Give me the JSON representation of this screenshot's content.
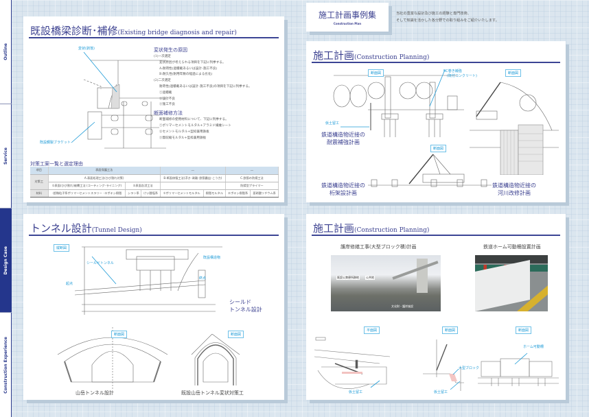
{
  "sidenav": {
    "tabs": [
      {
        "label": "Outline",
        "active": false
      },
      {
        "label": "Service",
        "active": false
      },
      {
        "label": "Design Case",
        "active": true
      },
      {
        "label": "Construction Experience",
        "active": false
      }
    ]
  },
  "header": {
    "title": "施工計画事例集",
    "subtitle": "Construction Plan",
    "intro_line1": "当社の豊富な設計及び施工の経験と専門技術、",
    "intro_line2": "そして知識を活かした各分野での取り組みをご紹介いたします。"
  },
  "bridge": {
    "title_jp": "既設橋梁診断･補修",
    "title_en": "(Existing bridge diagnosis and repair)",
    "callouts": {
      "deformation": "変状(剥落)",
      "bracket": "既設鋼製ブラケット"
    },
    "cause": {
      "heading": "変状発生の原因",
      "lines": [
        "(1)一次選定",
        "変状原因が考えられる項目を下記に列挙する。",
        "A:耐荷性(過積載あるいは設計･施工不良)",
        "B:耐久性(耐用年数の経過による劣化)",
        "(2)二次選定",
        "耐荷性(過積載あるいは設計･施工不良)の項目を下記に列挙する。",
        "①過積載",
        "②設計不良",
        "③施工不良"
      ]
    },
    "repair": {
      "heading": "断面補修方法",
      "lines": [
        "断面補修の使用材料について、下記に列挙する。",
        "①ポリマーセメントモルタル+アラミド繊維シート",
        "②セメントモルタル+型枠兼用鉄板",
        "③無収縮モルタル+型枠兼用鉄板"
      ]
    },
    "table": {
      "title": "対策工案一覧と選定理由",
      "header": [
        "項目",
        "表面保護工法",
        "―",
        "―"
      ],
      "row_method_label": "対策工",
      "row_method_top": [
        "A.表面処理工法(ひび割れ対策)",
        "B.断面修復工法(浮き･剥離･鉄筋露出･こう力)",
        "C.鉄筋の防錆工法"
      ],
      "row_method_bottom": [
        "①表面(ひび割れ)被覆工法 (コーティング･ライニング)",
        "②表面含浸工法",
        "",
        "防錆型プライマー"
      ],
      "row_material_label": "材料",
      "row_material": [
        "･超微粒子系ポリマーセメントスラリー ･エポキシ樹脂",
        "シラン系",
        "けい酸塩系",
        "①ポリマーセメントモルタル",
        "樹脂モルタル",
        "エポキシ樹脂系",
        "亜硝酸リチウム系"
      ]
    }
  },
  "plan1": {
    "title_jp": "施工計画",
    "title_en": "(Construction Planning)",
    "tags": [
      "断面図",
      "断面図",
      "断面図"
    ],
    "callouts": {
      "rc": "RC巻き補強",
      "rc2": "(既付コンクリート)",
      "earth": "仮土留工"
    },
    "captions": {
      "seismic": [
        "鉄道構造物近接の",
        "耐震補強計画"
      ],
      "girder": [
        "鉄道構造物近接の",
        "桁架設計画"
      ],
      "river": [
        "鉄道構造物近接の",
        "河川改修計画"
      ]
    }
  },
  "tunnel": {
    "title_jp": "トンネル設計",
    "title_en": "(Tunnel Design)",
    "tags": [
      "縦断図",
      "断面図",
      "断面図"
    ],
    "callouts": {
      "shield": "シールドトンネル",
      "existing": "既設構造物",
      "start": "起点",
      "end": "終点"
    },
    "captions": {
      "shield": [
        "シールド",
        "トンネル設計"
      ],
      "mountain": "山岳トンネル設計",
      "existing": "既設山岳トンネル変状対策工"
    }
  },
  "plan2": {
    "title_jp": "施工計画",
    "title_en": "(Construction Planning)",
    "photo1_title": "護岸修繕工事(大型ブロック積)計画",
    "photo2_title": "鉄道ホーム可動柵設置計画",
    "photo1_labels": [
      "既設公衆便所跡地",
      "公共地",
      "文化財・護岸施設"
    ],
    "tags": [
      "平面図",
      "断面図",
      "断面図"
    ],
    "callouts": {
      "earth1": "仮土留工",
      "block": "大型ブロック",
      "earth2": "仮土留工",
      "door": "ホーム可動柵"
    }
  },
  "colors": {
    "accent": "#3a3f8f",
    "nav_active": "#24368c",
    "callout": "#1e9bd7",
    "table_header": "#cfe0ef"
  }
}
